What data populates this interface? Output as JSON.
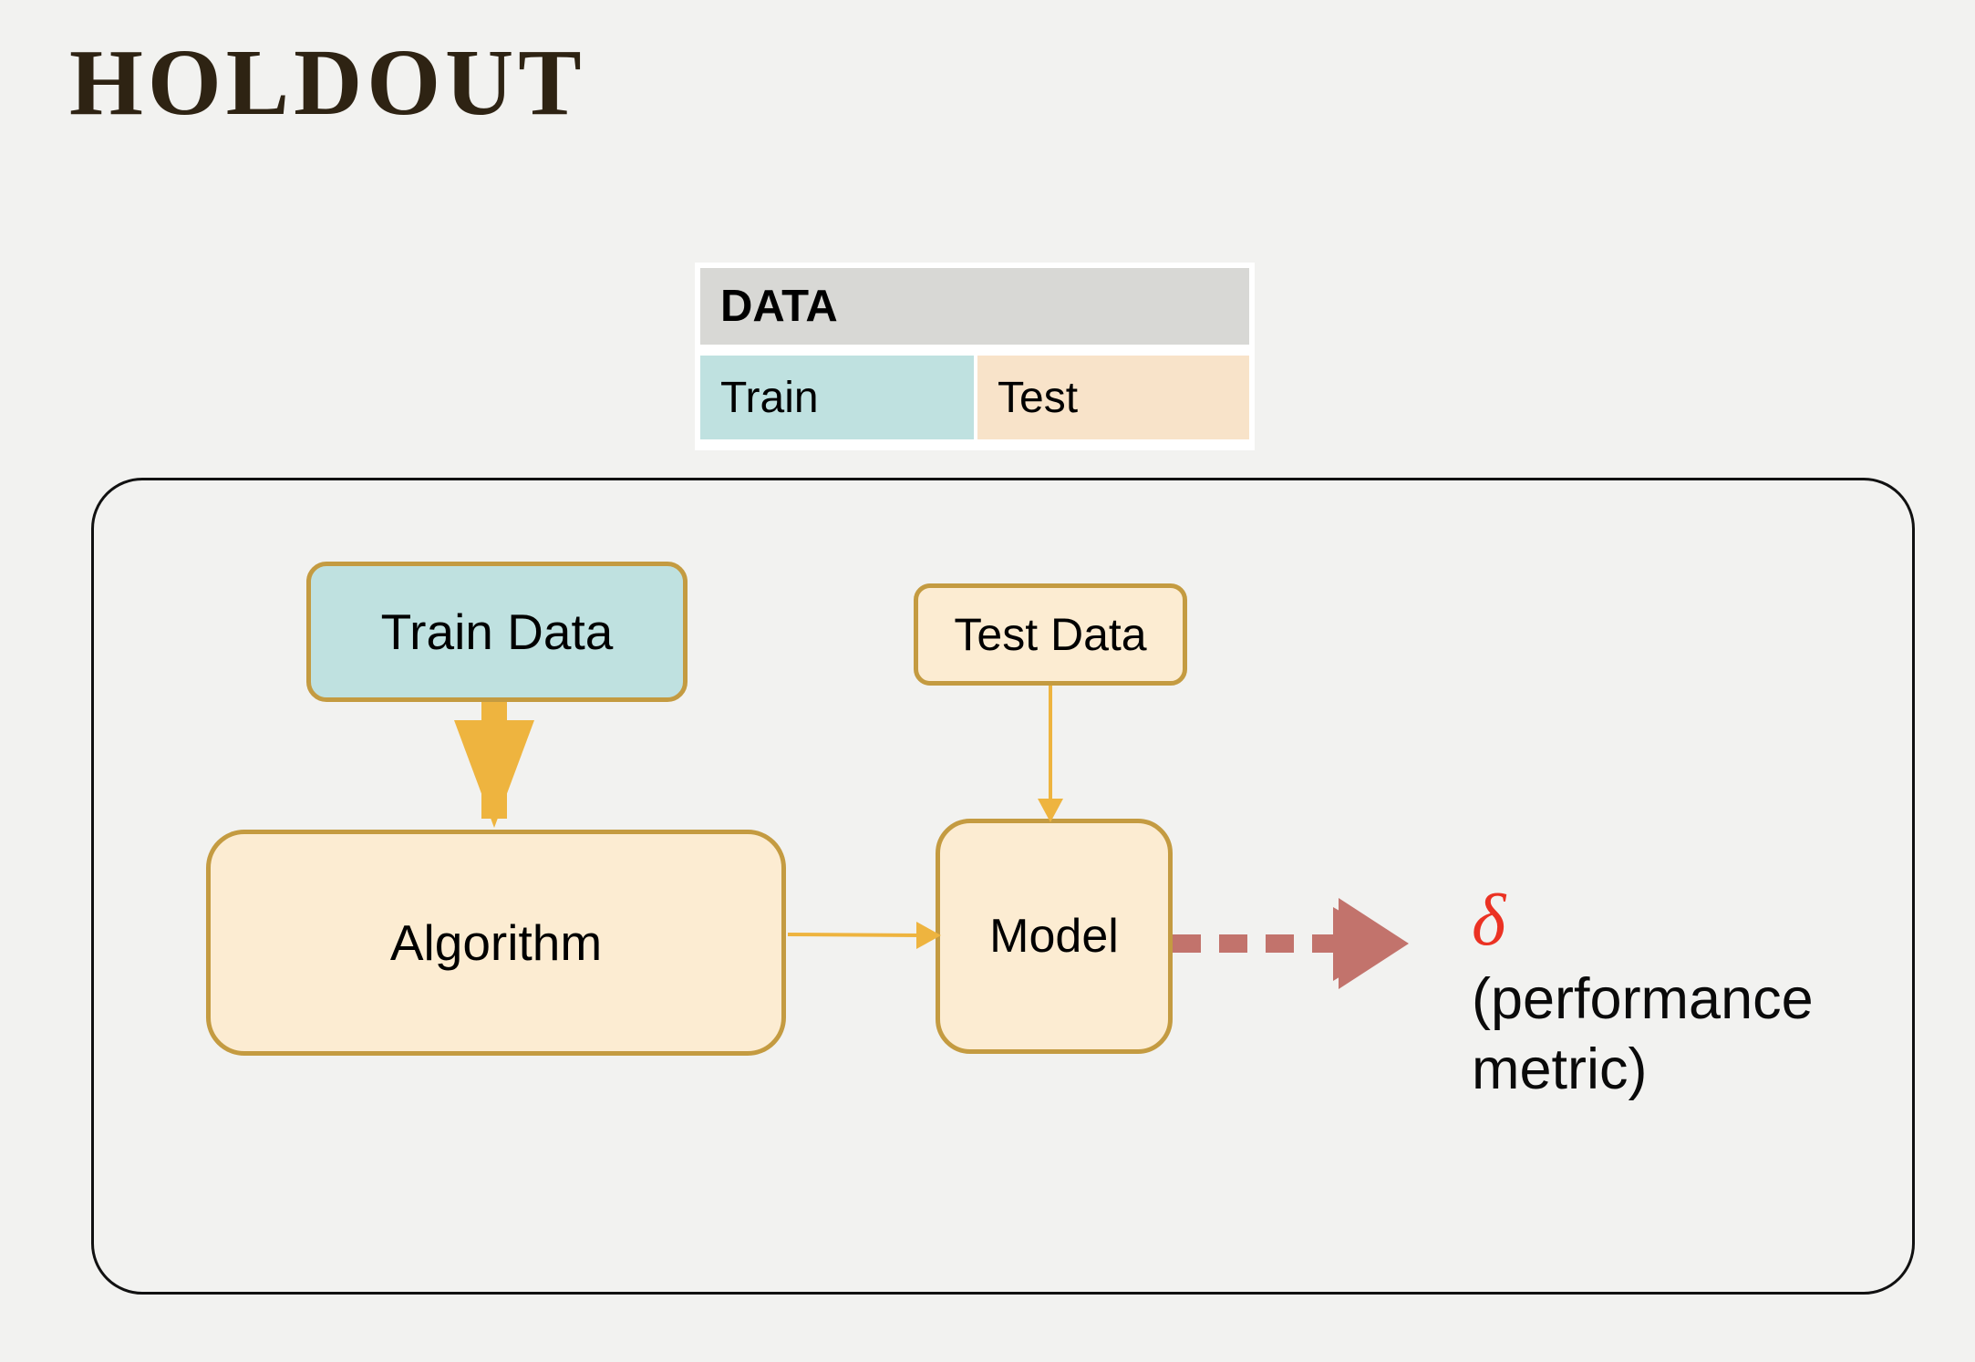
{
  "slide": {
    "title": "HOLDOUT",
    "background_color": "#f2f2f0"
  },
  "data_table": {
    "header_label": "DATA",
    "header_bg": "#d8d8d5",
    "cells": [
      {
        "label": "Train",
        "color": "#bfe1e0"
      },
      {
        "label": "Test",
        "color": "#f8e3c9"
      }
    ]
  },
  "diagram": {
    "frame_border_color": "#111111",
    "boxes": [
      {
        "id": "train-data",
        "label": "Train Data",
        "fill": "#bfe1e0",
        "border": "#c49b41"
      },
      {
        "id": "test-data",
        "label": "Test Data",
        "fill": "#fcecd2",
        "border": "#c49b41"
      },
      {
        "id": "algorithm",
        "label": "Algorithm",
        "fill": "#fcecd2",
        "border": "#c49b41"
      },
      {
        "id": "model",
        "label": "Model",
        "fill": "#fcecd2",
        "border": "#c49b41"
      }
    ],
    "arrows": [
      {
        "id": "train-to-algorithm",
        "style": "thick-solid",
        "color": "#eeb43f"
      },
      {
        "id": "testdata-to-model",
        "style": "thin-solid",
        "color": "#eeb43f"
      },
      {
        "id": "algorithm-to-model",
        "style": "thin-solid",
        "color": "#eeb43f"
      },
      {
        "id": "model-to-metric",
        "style": "thick-dashed",
        "color": "#c2736c"
      }
    ]
  },
  "metric": {
    "symbol": "δ",
    "symbol_color": "#eb3223",
    "caption_line1": "(performance",
    "caption_line2": "metric)"
  }
}
